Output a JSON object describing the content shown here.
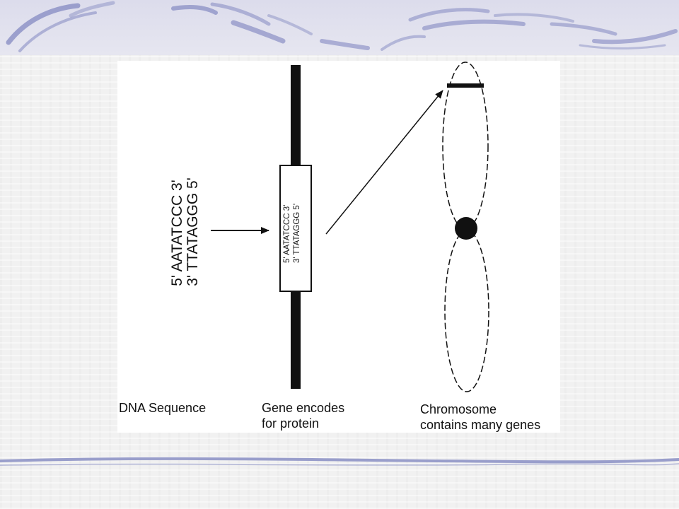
{
  "slide": {
    "background_color": "#f1f1f1",
    "wave_color": "#8a8fc4"
  },
  "diagram": {
    "dna_sequence": {
      "strand_top": "5' AATATCCC 3'",
      "strand_bottom": "3' TTATAGGG 5'",
      "caption": "DNA Sequence"
    },
    "gene": {
      "strand_top": "5' AATATCCC 3'",
      "strand_bottom": "3' TTATAGGG 5'",
      "caption_line1": "Gene encodes",
      "caption_line2": "for protein"
    },
    "chromosome": {
      "caption_line1": "Chromosome",
      "caption_line2": "contains many genes"
    }
  }
}
